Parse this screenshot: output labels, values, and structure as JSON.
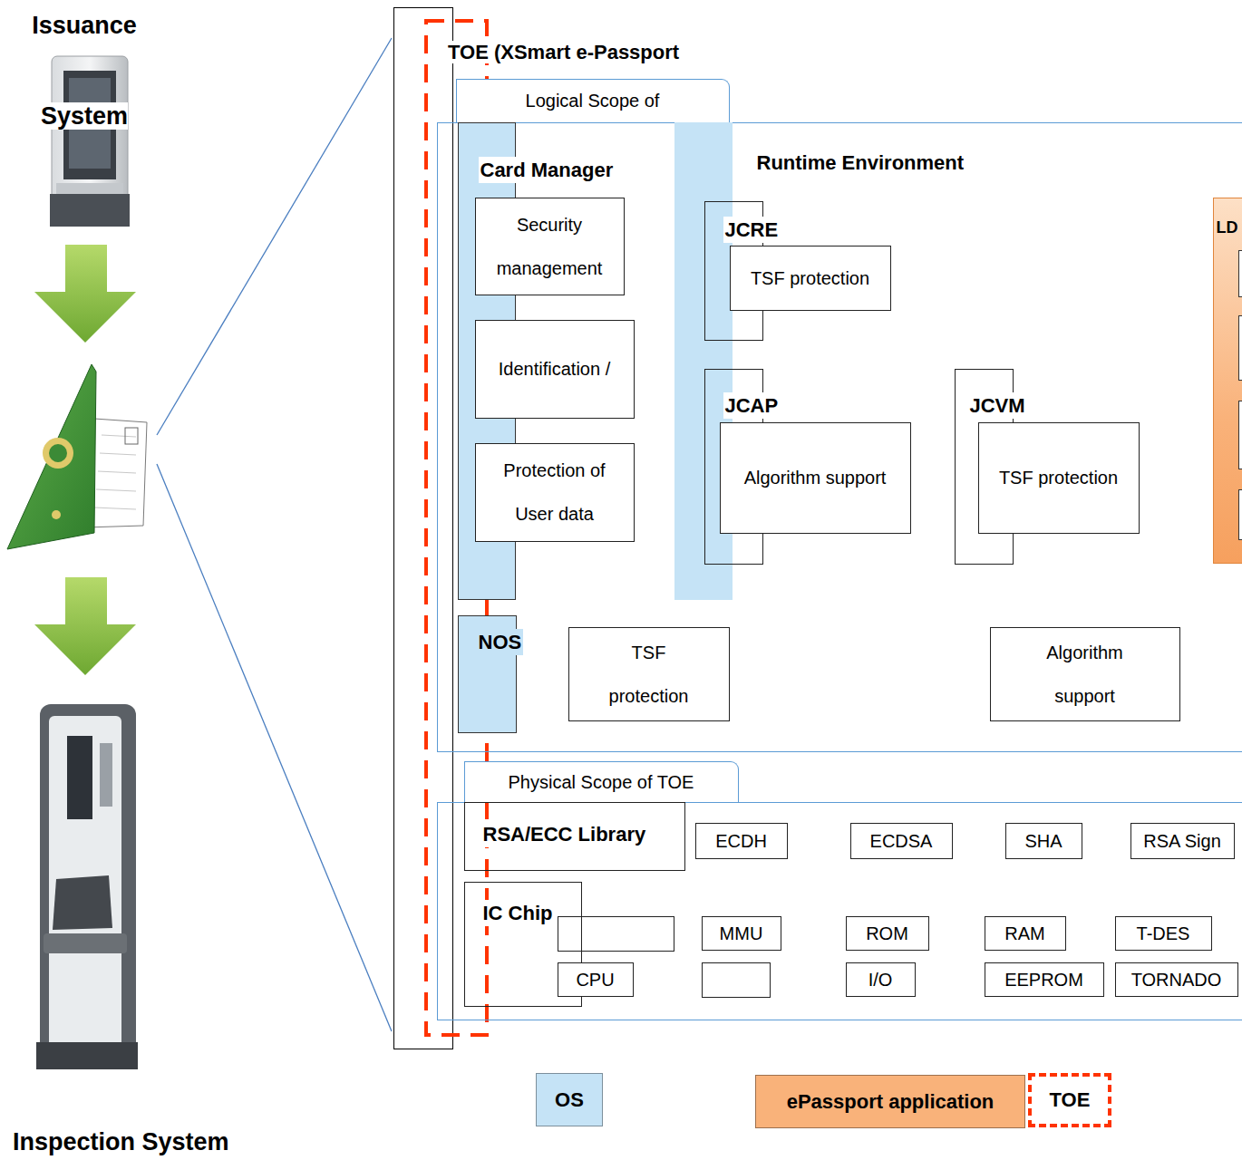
{
  "diagram": {
    "nodes": [
      {
        "text": [
          "Logical Scope of"
        ]
      },
      {
        "text": [
          "Card Manager"
        ],
        "in": 0
      },
      {
        "text": [
          "Security management"
        ],
        "in": 1
      },
      {
        "text": [
          "Identification /"
        ],
        "in": 1
      },
      {
        "text": [
          "Protection of User data"
        ],
        "in": 1
      },
      {
        "text": [
          "Runtime Environment"
        ],
        "in": 0
      },
      {
        "text": [
          "JCRE"
        ],
        "in": 5
      },
      {
        "text": [
          "TSF protection"
        ],
        "in": 6
      },
      {
        "text": [
          "JCAP"
        ],
        "in": 5
      },
      {
        "text": [
          "Algorithm support"
        ],
        "in": 8
      },
      {
        "text": [
          "JCVM"
        ],
        "in": 0
      },
      {
        "text": [
          "TSF protection"
        ],
        "in": 10
      },
      {
        "text": [
          "LD"
        ],
        "in": 0
      },
      {
        "text": [
          "NOS"
        ],
        "in": 0
      },
      {
        "text": [
          "TSF protection"
        ],
        "in": 0
      },
      {
        "text": [
          "Algorithm support"
        ],
        "in": 0
      },
      {
        "text": [
          "Physical Scope of TOE"
        ]
      },
      {
        "text": [
          "RSA/ECC Library"
        ],
        "in": 16
      },
      {
        "text": [
          "ECDH"
        ],
        "in": 16
      },
      {
        "text": [
          "ECDSA"
        ],
        "in": 16
      },
      {
        "text": [
          "SHA"
        ],
        "in": 16
      },
      {
        "text": [
          "RSA Sign"
        ],
        "in": 16
      },
      {
        "text": [
          "IC Chip"
        ],
        "in": 16
      },
      {
        "text": [
          "MMU"
        ],
        "in": 16
      },
      {
        "text": [
          "ROM"
        ],
        "in": 16
      },
      {
        "text": [
          "RAM"
        ],
        "in": 16
      },
      {
        "text": [
          "T-DES"
        ],
        "in": 16
      },
      {
        "text": [
          "CPU"
        ],
        "in": 16
      },
      {
        "text": [
          "I/O"
        ],
        "in": 16
      },
      {
        "text": [
          "EEPROM"
        ],
        "in": 16
      },
      {
        "text": [
          "TORNADO"
        ],
        "in": 16
      }
    ],
    "labels": [
      "Issuance System",
      "TOE (XSmart e-Passport",
      "Inspection System"
    ],
    "legend": [
      {
        "text": "OS",
        "color": "#c5e3f6"
      },
      {
        "text": "ePassport application",
        "color": "#f9b27a"
      },
      {
        "text": "TOE"
      }
    ]
  }
}
